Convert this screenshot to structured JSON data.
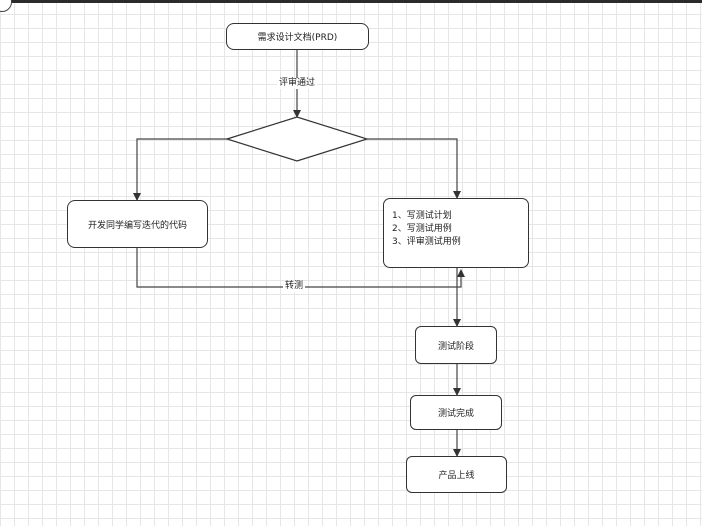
{
  "diagram": {
    "nodes": {
      "prd": "需求设计文档(PRD)",
      "dev": "开发同学编写迭代的代码",
      "test_prep": [
        "1、写测试计划",
        "2、写测试用例",
        "3、评审测试用例"
      ],
      "testing": "测试阶段",
      "test_done": "测试完成",
      "release": "产品上线"
    },
    "edges": {
      "review_pass": "评审通过",
      "handoff": "转测"
    }
  }
}
